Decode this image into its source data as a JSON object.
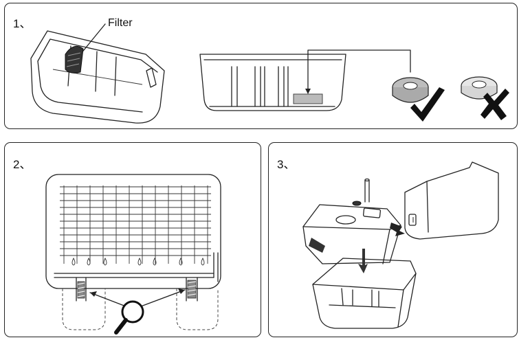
{
  "steps": {
    "step1": "1、",
    "step2": "2、",
    "step3": "3、"
  },
  "labels": {
    "filter": "Filter"
  },
  "icons": {
    "correct": "checkmark-icon",
    "wrong": "cross-icon",
    "inspect": "magnifier-icon"
  }
}
